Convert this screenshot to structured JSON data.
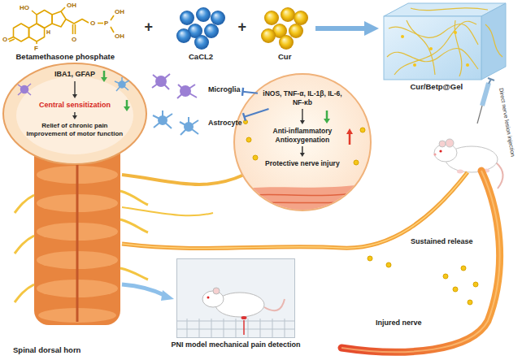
{
  "diagram": {
    "nodes": [
      {
        "text": [
          "IBA1, GFAP"
        ]
      },
      {
        "text": [
          "Central sensitization"
        ]
      },
      {
        "text": [
          "Relief of chronic pain",
          "Improvement of motor function"
        ]
      },
      {
        "text": [
          "Microglia"
        ]
      },
      {
        "text": [
          "Astrocyte"
        ]
      },
      {
        "text": [
          "iNOS, TNF-α, IL-1β, IL-6, NF-κb"
        ]
      },
      {
        "text": [
          "Anti-inflammatory",
          "Antioxygenation"
        ]
      },
      {
        "text": [
          "Protective nerve injury"
        ]
      },
      {
        "text": [
          "Cur/Betp@Gel"
        ]
      },
      {
        "text": [
          "PNI model mechanical pain detection"
        ]
      }
    ],
    "edges": [
      {
        "from": 0,
        "to": 1,
        "arrow": "to"
      },
      {
        "from": 1,
        "to": 2,
        "arrow": "to"
      },
      {
        "from": 5,
        "to": 3,
        "arrow": "to"
      },
      {
        "from": 5,
        "to": 4,
        "arrow": "to"
      },
      {
        "from": 5,
        "to": 6,
        "arrow": "to"
      },
      {
        "from": 6,
        "to": 7,
        "arrow": "to"
      }
    ],
    "labels": [
      "Betamethasone phosphate",
      "+",
      "CaCL2",
      "+",
      "Cur",
      "Direct nerve lesion injection",
      "Sustained release",
      "Injured nerve",
      "Spinal dorsal horn",
      "O",
      "F",
      "H",
      "HO",
      "OH",
      "O",
      "O",
      "P",
      "OH",
      "OH"
    ]
  }
}
